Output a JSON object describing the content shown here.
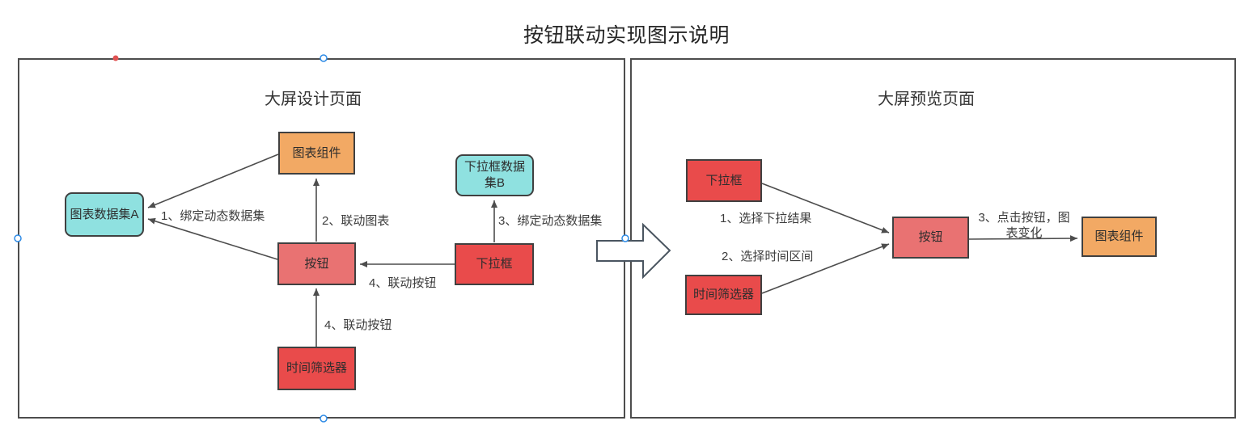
{
  "title": "按钮联动实现图示说明",
  "left_panel": {
    "title": "大屏设计页面",
    "nodes": {
      "chart_component": "图表组件",
      "chart_dataset_a": "图表数据集A",
      "dropdown_dataset_b": "下拉框数据\n集B",
      "button": "按钮",
      "dropdown": "下拉框",
      "time_filter": "时间筛选器"
    },
    "edge_labels": {
      "bind_dataset_a": "1、绑定动态数据集",
      "link_chart": "2、联动图表",
      "bind_dataset_b": "3、绑定动态数据集",
      "link_button_from_dropdown": "4、联动按钮",
      "link_button_from_time_filter": "4、联动按钮"
    }
  },
  "right_panel": {
    "title": "大屏预览页面",
    "nodes": {
      "dropdown": "下拉框",
      "time_filter": "时间筛选器",
      "button": "按钮",
      "chart_component": "图表组件"
    },
    "edge_labels": {
      "select_dropdown_result": "1、选择下拉结果",
      "select_time_range": "2、选择时间区间",
      "click_button_chart_change": "3、点击按钮，图\n表变化"
    }
  },
  "colors": {
    "box_border": "#404040",
    "panel_border": "#4d4d4d",
    "connector": "#4d4d4d",
    "orange_fill": "#f2a964",
    "cyan_fill": "#8fe1e0",
    "salmon_fill": "#e97272",
    "red_fill": "#e94b4b",
    "block_arrow_stroke": "#4a5560",
    "handle_blue": "#2e8be6",
    "handle_red": "#e05252"
  }
}
